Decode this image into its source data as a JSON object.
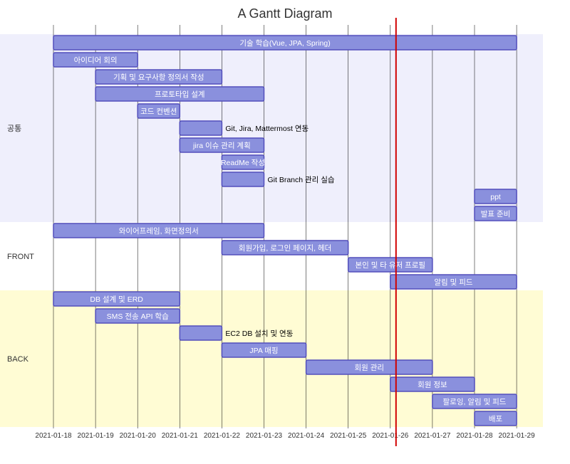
{
  "chart_data": {
    "type": "gantt",
    "title": "A Gantt Diagram",
    "x_axis": {
      "ticks": [
        "2021-01-18",
        "2021-01-19",
        "2021-01-20",
        "2021-01-21",
        "2021-01-22",
        "2021-01-23",
        "2021-01-24",
        "2021-01-25",
        "2021-01-26",
        "2021-01-27",
        "2021-01-28",
        "2021-01-29"
      ]
    },
    "today_marker": "2021-01-26",
    "colors": {
      "bar_fill": "#8a90dd",
      "bar_stroke": "#534fbc",
      "today_line": "#d10000",
      "grid": "#000000",
      "section_colors": [
        "#efeffc",
        "#ffffff",
        "#fffcd4"
      ]
    },
    "sections": [
      {
        "name": "공통",
        "tasks": [
          {
            "name": "기술 학습(Vue, JPA, Spring)",
            "start": "2021-01-18",
            "end": "2021-01-29"
          },
          {
            "name": "아이디어 회의",
            "start": "2021-01-18",
            "end": "2021-01-20"
          },
          {
            "name": "기획 및 요구사항 정의서 작성",
            "start": "2021-01-19",
            "end": "2021-01-22"
          },
          {
            "name": "프로토타입 설계",
            "start": "2021-01-19",
            "end": "2021-01-23"
          },
          {
            "name": "코드 컨벤션",
            "start": "2021-01-20",
            "end": "2021-01-21"
          },
          {
            "name": "Git, Jira, Mattermost 연동",
            "start": "2021-01-21",
            "end": "2021-01-22"
          },
          {
            "name": "jira 이슈 관리 계획",
            "start": "2021-01-21",
            "end": "2021-01-23"
          },
          {
            "name": "ReadMe 작성",
            "start": "2021-01-22",
            "end": "2021-01-23"
          },
          {
            "name": "Git Branch 관리 실습",
            "start": "2021-01-22",
            "end": "2021-01-23"
          },
          {
            "name": "ppt",
            "start": "2021-01-28",
            "end": "2021-01-29"
          },
          {
            "name": "발표 준비",
            "start": "2021-01-28",
            "end": "2021-01-29"
          }
        ]
      },
      {
        "name": "FRONT",
        "tasks": [
          {
            "name": "와이어프레임, 화면정의서",
            "start": "2021-01-18",
            "end": "2021-01-23"
          },
          {
            "name": "회원가입, 로그인 페이지, 헤더",
            "start": "2021-01-22",
            "end": "2021-01-25"
          },
          {
            "name": "본인 및 타 유저 프로필",
            "start": "2021-01-25",
            "end": "2021-01-27"
          },
          {
            "name": "알림 및 피드",
            "start": "2021-01-26",
            "end": "2021-01-29"
          }
        ]
      },
      {
        "name": "BACK",
        "tasks": [
          {
            "name": "DB 설계 및 ERD",
            "start": "2021-01-18",
            "end": "2021-01-21"
          },
          {
            "name": "SMS 전송 API 학습",
            "start": "2021-01-19",
            "end": "2021-01-21"
          },
          {
            "name": "EC2 DB 설치 및 연동",
            "start": "2021-01-21",
            "end": "2021-01-22"
          },
          {
            "name": "JPA 매핑",
            "start": "2021-01-22",
            "end": "2021-01-24"
          },
          {
            "name": "회원 관리",
            "start": "2021-01-24",
            "end": "2021-01-27"
          },
          {
            "name": "회원 정보",
            "start": "2021-01-26",
            "end": "2021-01-28"
          },
          {
            "name": "팔로잉, 알림 및 피드",
            "start": "2021-01-27",
            "end": "2021-01-29"
          },
          {
            "name": "배포",
            "start": "2021-01-28",
            "end": "2021-01-29"
          }
        ]
      }
    ]
  }
}
